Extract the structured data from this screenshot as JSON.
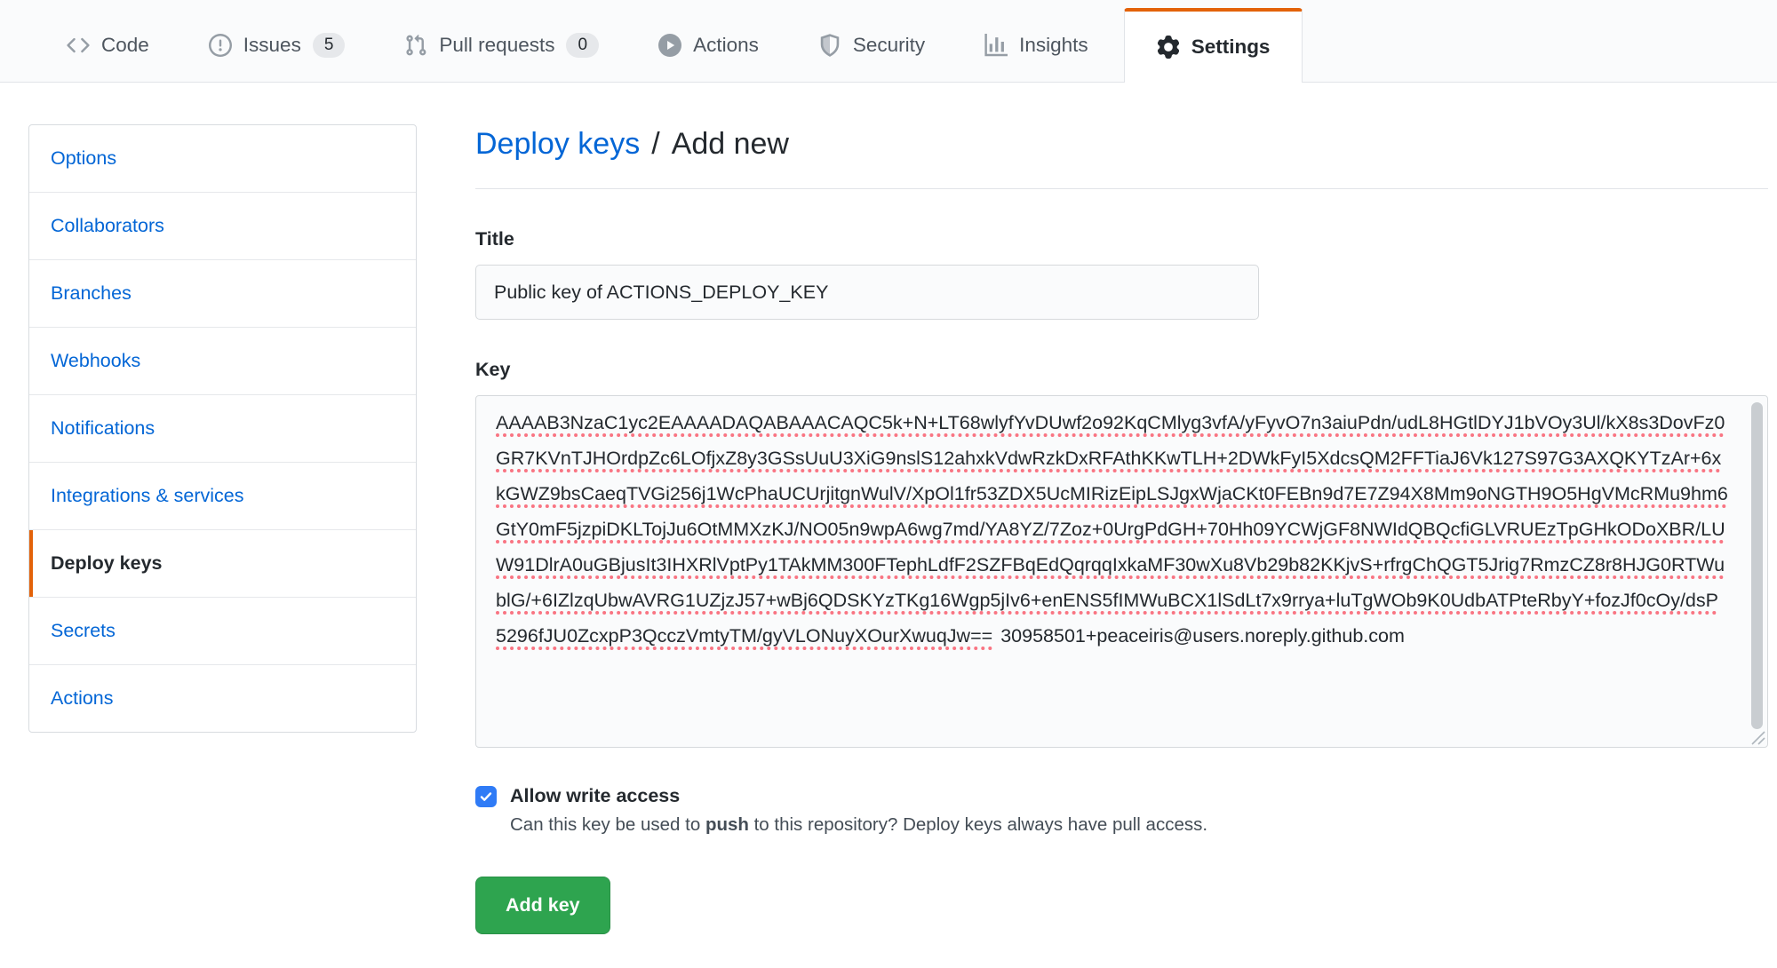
{
  "nav": {
    "tabs": [
      {
        "label": "Code",
        "icon": "code-icon"
      },
      {
        "label": "Issues",
        "icon": "issue-opened-icon",
        "count": "5"
      },
      {
        "label": "Pull requests",
        "icon": "git-pull-request-icon",
        "count": "0"
      },
      {
        "label": "Actions",
        "icon": "play-icon"
      },
      {
        "label": "Security",
        "icon": "shield-icon"
      },
      {
        "label": "Insights",
        "icon": "graph-icon"
      },
      {
        "label": "Settings",
        "icon": "gear-icon",
        "active": true
      }
    ]
  },
  "sidebar": {
    "items": [
      {
        "label": "Options"
      },
      {
        "label": "Collaborators"
      },
      {
        "label": "Branches"
      },
      {
        "label": "Webhooks"
      },
      {
        "label": "Notifications"
      },
      {
        "label": "Integrations & services"
      },
      {
        "label": "Deploy keys",
        "active": true
      },
      {
        "label": "Secrets"
      },
      {
        "label": "Actions"
      }
    ]
  },
  "main": {
    "breadcrumb": {
      "parent": "Deploy keys",
      "separator": "/",
      "current": "Add new"
    },
    "form": {
      "title_label": "Title",
      "title_value": "Public key of ACTIONS_DEPLOY_KEY",
      "key_label": "Key",
      "key_value_base64": "AAAAB3NzaC1yc2EAAAADAQABAAACAQC5k+N+LT68wlyfYvDUwf2o92KqCMlyg3vfA/yFyvO7n3aiuPdn/udL8HGtlDYJ1bVOy3Ul/kX8s3DovFz0GR7KVnTJHOrdpZc6LOfjxZ8y3GSsUuU3XiG9nslS12ahxkVdwRzkDxRFAthKKwTLH+2DWkFyI5XdcsQM2FFTiaJ6Vk127S97G3AXQKYTzAr+6xkGWZ9bsCaeqTVGi256j1WcPhaUCUrjitgnWulV/XpOl1fr53ZDX5UcMIRizEipLSJgxWjaCKt0FEBn9d7E7Z94X8Mm9oNGTH9O5HgVMcRMu9hm6GtY0mF5jzpiDKLTojJu6OtMMXzKJ/NO05n9wpA6wg7md/YA8YZ/7Zoz+0UrgPdGH+70Hh09YCWjGF8NWIdQBQcfiGLVRUEzTpGHkODoXBR/LUW91DlrA0uGBjusIt3IHXRlVptPy1TAkMM300FTephLdfF2SZFBqEdQqrqqIxkaMF30wXu8Vb29b82KKjvS+rfrgChQGT5Jrig7RmzCZ8r8HJG0RTWublG/+6IZlzqUbwAVRG1UZjzJ57+wBj6QDSKYzTKg16Wgp5jIv6+enENS5fIMWuBCX1lSdLt7x9rrya+luTgWOb9K0UdbATPteRbyY+fozJf0cOy/dsP5296fJU0ZcxpP3QcczVmtyTM/gyVLONuyXOurXwuqJw==",
      "key_value_comment": "30958501+peaceiris@users.noreply.github.com",
      "write_access": {
        "label": "Allow write access",
        "checked": true,
        "note_prefix": "Can this key be used to ",
        "note_bold": "push",
        "note_suffix": " to this repository? Deploy keys always have pull access."
      },
      "submit_label": "Add key"
    }
  },
  "colors": {
    "tab_active_accent": "#e36209",
    "sidebar_active_accent": "#e36209",
    "link_blue": "#0366d6",
    "button_green": "#2ea44f",
    "checkbox_blue": "#2f7bf6",
    "spellcheck_red": "#f97583",
    "nav_background": "#fafbfc",
    "border_gray": "#e1e4e8"
  }
}
